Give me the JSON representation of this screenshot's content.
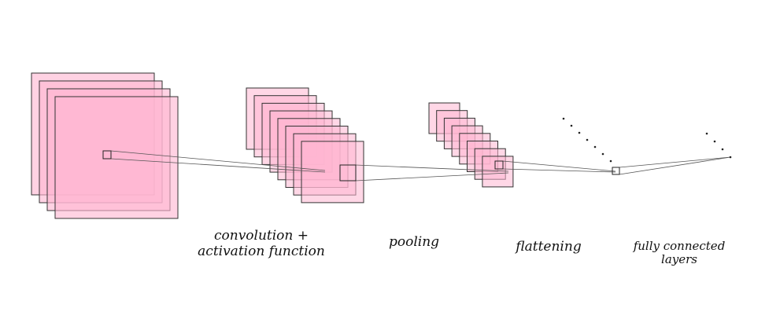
{
  "colors": {
    "map_fill": "#ffb6d2",
    "map_stroke": "#333333",
    "connector": "#555555",
    "dot": "#222222"
  },
  "labels": {
    "convolution_line1": "convolution +",
    "convolution_line2": "activation function",
    "pooling": "pooling",
    "flattening": "flattening",
    "fc_line1": "fully connected",
    "fc_line2": "layers"
  }
}
